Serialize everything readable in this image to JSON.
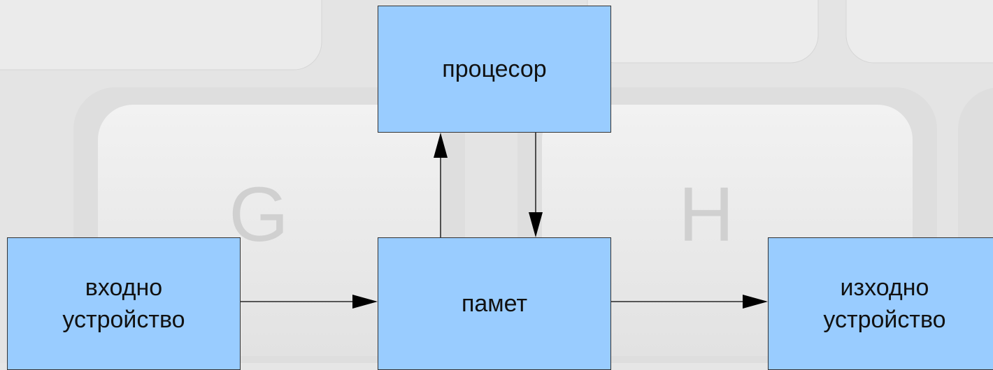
{
  "diagram": {
    "nodes": {
      "processor": {
        "label": "процесор"
      },
      "memory": {
        "label": "памет"
      },
      "input_device": {
        "lines": [
          "входно",
          "устройство"
        ]
      },
      "output_device": {
        "lines": [
          "изходно",
          "устройство"
        ]
      }
    },
    "edges": [
      {
        "from": "input_device",
        "to": "memory"
      },
      {
        "from": "memory",
        "to": "processor"
      },
      {
        "from": "processor",
        "to": "memory"
      },
      {
        "from": "memory",
        "to": "output_device"
      }
    ]
  },
  "colors": {
    "box_fill": "#99ccff",
    "box_border": "#333333",
    "arrow": "#000000"
  }
}
